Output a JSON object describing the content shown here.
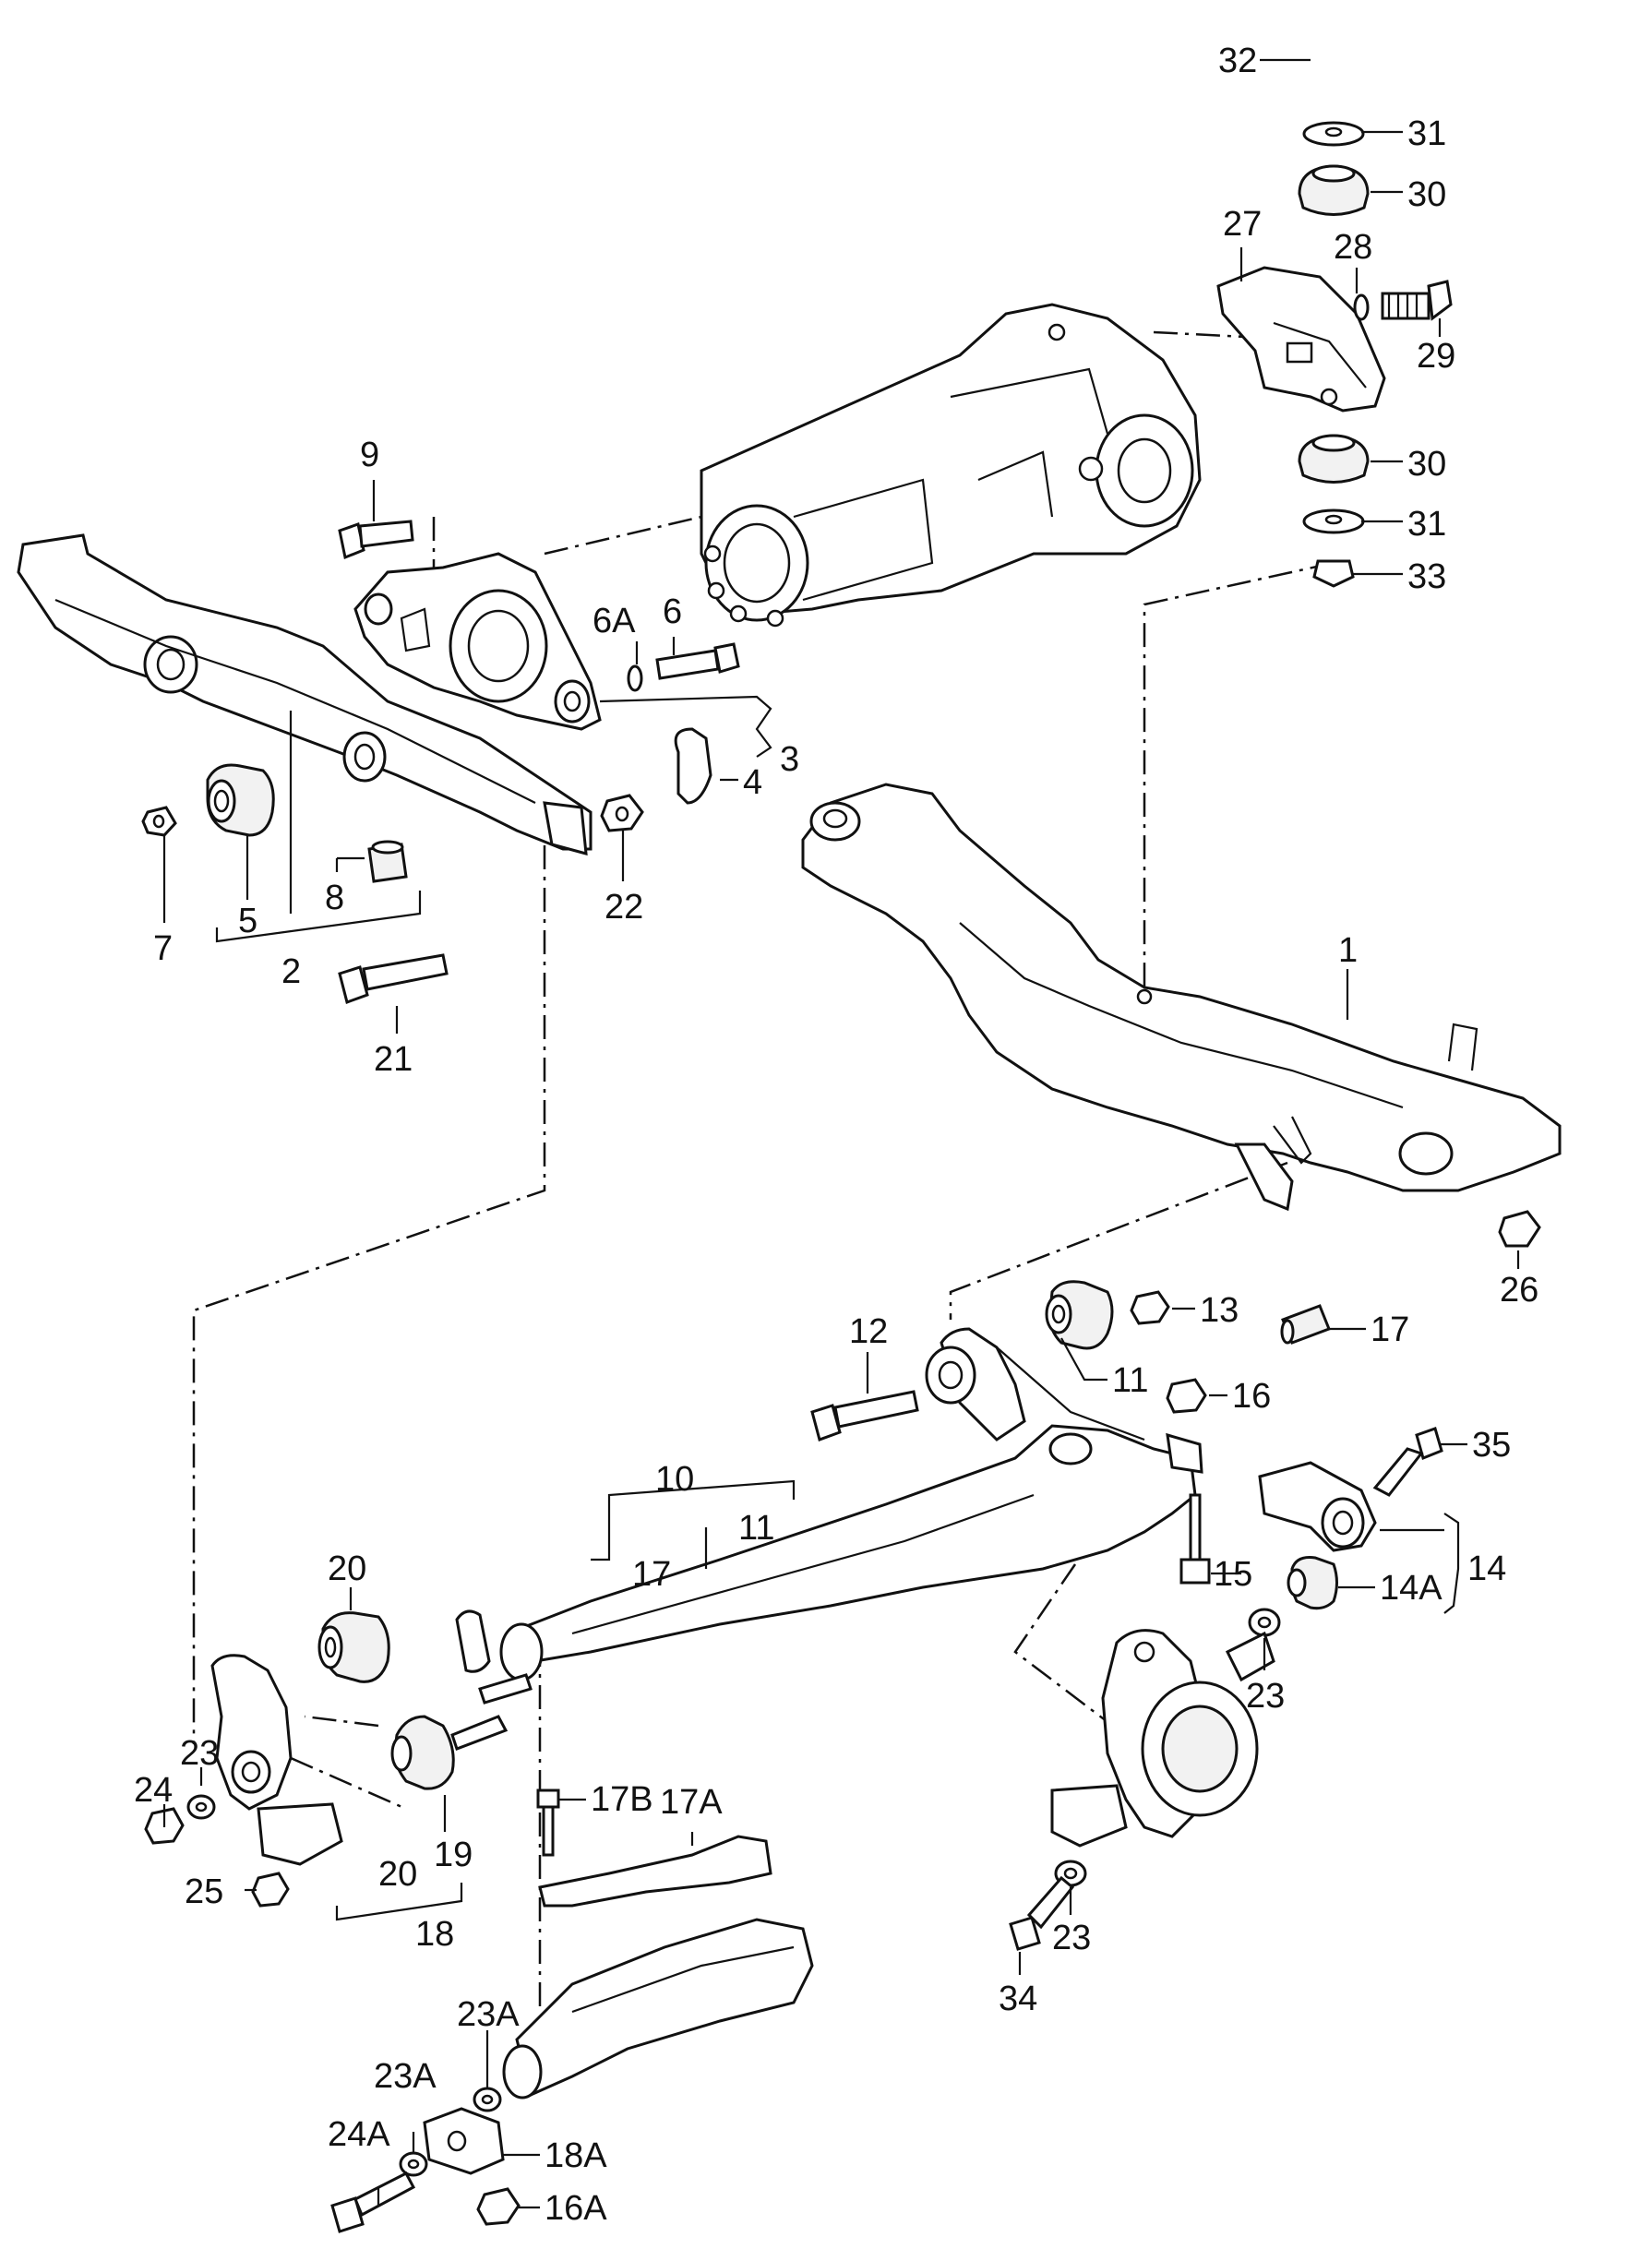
{
  "callouts": [
    {
      "id": "32",
      "text": "32"
    },
    {
      "id": "31a",
      "text": "31"
    },
    {
      "id": "30a",
      "text": "30"
    },
    {
      "id": "27",
      "text": "27"
    },
    {
      "id": "28",
      "text": "28"
    },
    {
      "id": "29",
      "text": "29"
    },
    {
      "id": "30b",
      "text": "30"
    },
    {
      "id": "31b",
      "text": "31"
    },
    {
      "id": "33",
      "text": "33"
    },
    {
      "id": "9",
      "text": "9"
    },
    {
      "id": "6A",
      "text": "6A"
    },
    {
      "id": "6",
      "text": "6"
    },
    {
      "id": "3",
      "text": "3"
    },
    {
      "id": "4",
      "text": "4"
    },
    {
      "id": "5",
      "text": "5"
    },
    {
      "id": "7",
      "text": "7"
    },
    {
      "id": "8",
      "text": "8"
    },
    {
      "id": "2",
      "text": "2"
    },
    {
      "id": "22",
      "text": "22"
    },
    {
      "id": "21",
      "text": "21"
    },
    {
      "id": "1",
      "text": "1"
    },
    {
      "id": "26",
      "text": "26"
    },
    {
      "id": "12",
      "text": "12"
    },
    {
      "id": "13",
      "text": "13"
    },
    {
      "id": "17a",
      "text": "17"
    },
    {
      "id": "11a",
      "text": "11"
    },
    {
      "id": "16",
      "text": "16"
    },
    {
      "id": "35",
      "text": "35"
    },
    {
      "id": "10",
      "text": "10"
    },
    {
      "id": "11b",
      "text": "11"
    },
    {
      "id": "17b",
      "text": "17"
    },
    {
      "id": "15",
      "text": "15"
    },
    {
      "id": "14",
      "text": "14"
    },
    {
      "id": "14A",
      "text": "14A"
    },
    {
      "id": "20a",
      "text": "20"
    },
    {
      "id": "23a",
      "text": "23"
    },
    {
      "id": "23b",
      "text": "23"
    },
    {
      "id": "24",
      "text": "24"
    },
    {
      "id": "25",
      "text": "25"
    },
    {
      "id": "19",
      "text": "19"
    },
    {
      "id": "20b",
      "text": "20"
    },
    {
      "id": "18",
      "text": "18"
    },
    {
      "id": "17B",
      "text": "17B"
    },
    {
      "id": "17A",
      "text": "17A"
    },
    {
      "id": "23c",
      "text": "23"
    },
    {
      "id": "34",
      "text": "34"
    },
    {
      "id": "23A1",
      "text": "23A"
    },
    {
      "id": "23A2",
      "text": "23A"
    },
    {
      "id": "24A",
      "text": "24A"
    },
    {
      "id": "18A",
      "text": "18A"
    },
    {
      "id": "16A",
      "text": "16A"
    }
  ]
}
